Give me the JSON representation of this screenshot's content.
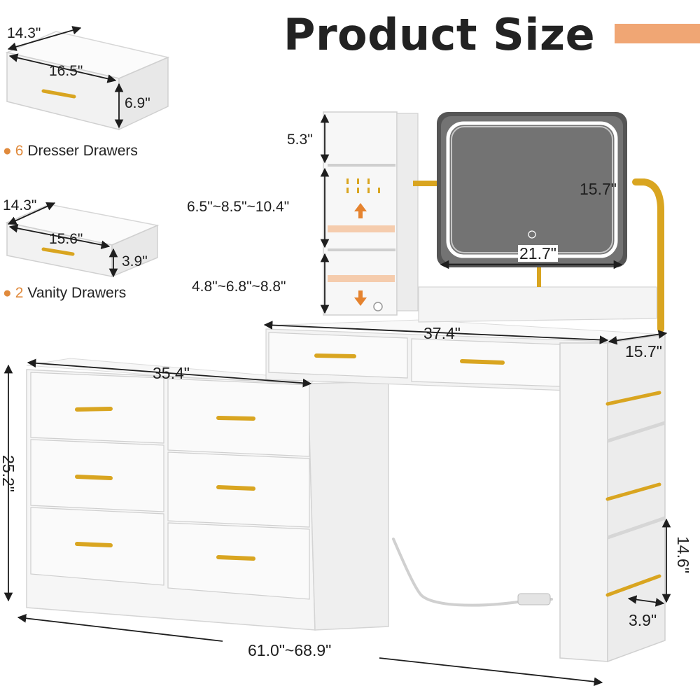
{
  "header": {
    "title": "Product Size"
  },
  "colors": {
    "accent": "#f0a674",
    "gold": "#d9a520",
    "bullet": "#e08a3c",
    "furniture": "#f4f4f4",
    "mirror": "#6f6f6f"
  },
  "legend": {
    "dresser": {
      "count": "6",
      "label": "Dresser Drawers"
    },
    "vanity": {
      "count": "2",
      "label": "Vanity Drawers"
    }
  },
  "dimensions": {
    "dresser_drawer_depth": "14.3\"",
    "dresser_drawer_width": "16.5\"",
    "dresser_drawer_height": "6.9\"",
    "vanity_drawer_depth": "14.3\"",
    "vanity_drawer_width": "15.6\"",
    "vanity_drawer_height": "3.9\"",
    "hutch_top": "5.3\"",
    "hutch_mid": "6.5\"~8.5\"~10.4\"",
    "hutch_low": "4.8\"~6.8\"~8.8\"",
    "mirror_height": "15.7\"",
    "mirror_width": "21.7\"",
    "desk_width": "37.4\"",
    "desk_depth": "15.7\"",
    "dresser_width": "35.4\"",
    "dresser_height": "25.2\"",
    "shelf_height": "14.6\"",
    "shelf_depth": "3.9\"",
    "total_width": "61.0\"~68.9\""
  }
}
